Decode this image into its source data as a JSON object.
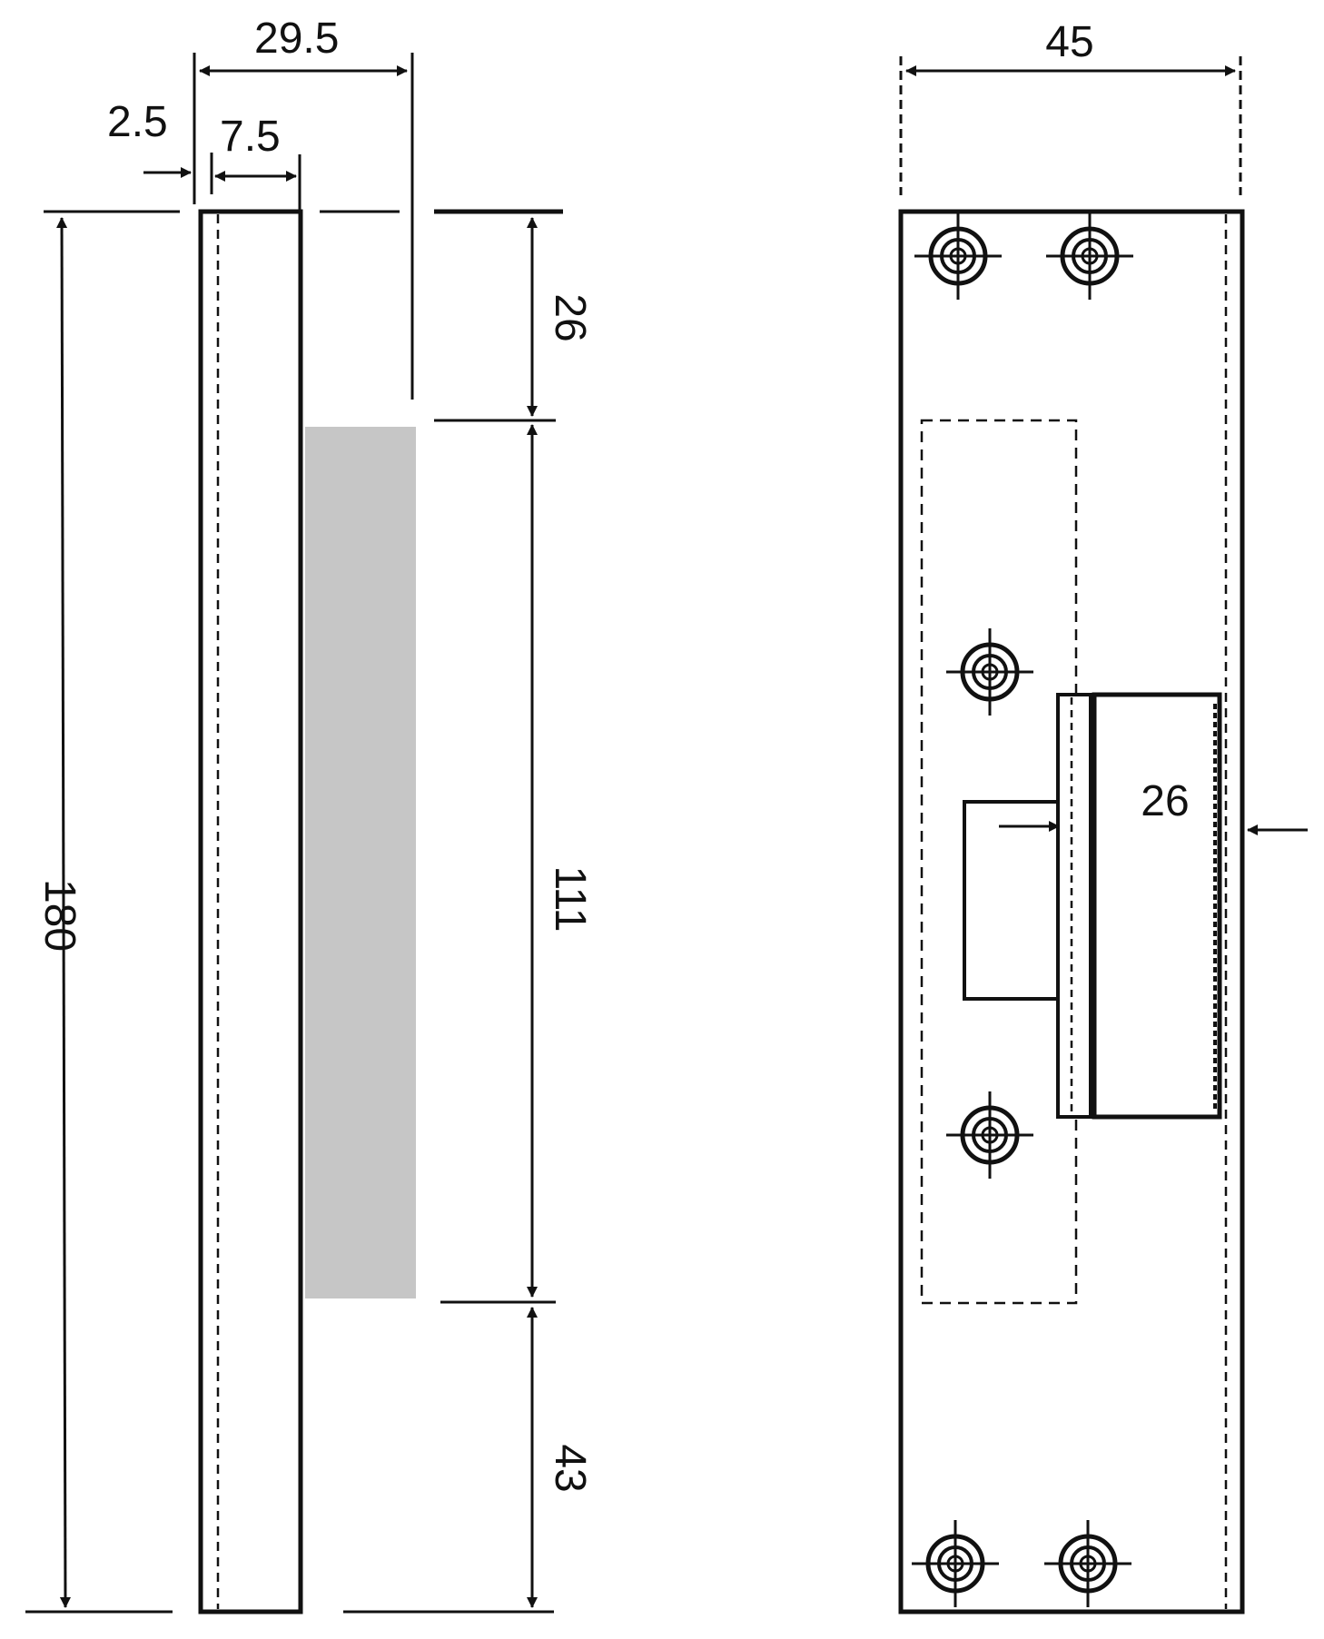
{
  "drawing": {
    "side_view": {
      "dim_overall_depth": "29.5",
      "dim_lip": "2.5",
      "dim_plate": "7.5",
      "dim_total_height": "180",
      "dim_top_offset": "26",
      "dim_body_height": "111",
      "dim_bottom_offset": "43"
    },
    "front_view": {
      "dim_width": "45",
      "dim_latch": "26"
    }
  },
  "colors": {
    "line": "#111111",
    "body_fill": "#c6c6c6",
    "background": "#ffffff"
  }
}
